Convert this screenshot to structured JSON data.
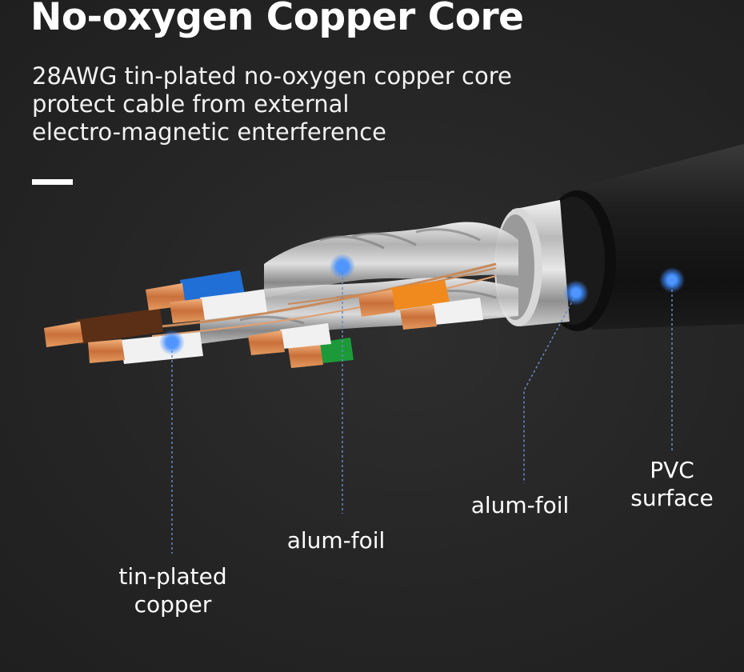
{
  "headline": "No-oxygen Copper Core",
  "description": {
    "lines": [
      "28AWG tin-plated no-oxygen copper core",
      "protect cable from external",
      "electro-magnetic enterference"
    ]
  },
  "callouts": {
    "tin_plated_copper": [
      "tin-plated",
      "copper"
    ],
    "alum_foil_inner": "alum-foil",
    "alum_foil_outer": "alum-foil",
    "pvc_surface": [
      "PVC",
      "surface"
    ]
  },
  "colors": {
    "background": "#262626",
    "accent_dot": "#3f8cff",
    "copper": "#d98a4e",
    "wire_blue": "#1f6fd6",
    "wire_orange": "#f08a1e",
    "wire_green": "#1c9a3a",
    "wire_brown": "#6b3a1f",
    "jacket": "#141414",
    "foil": "#cfcfcf"
  }
}
